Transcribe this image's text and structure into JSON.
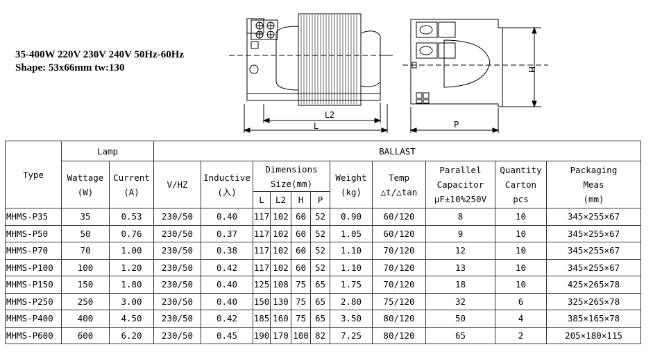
{
  "spec_lines": [
    "35-400W 220V 230V 240V 50Hz-60Hz",
    "Shape: 53x66mm tw:130"
  ],
  "drawing_labels": {
    "l2": "L2",
    "l": "L",
    "p": "P",
    "h": "H"
  },
  "table": {
    "header": {
      "type": "Type",
      "lamp": "Lamp",
      "ballast": "BALLAST",
      "wattage": [
        "Wattage",
        "(W)"
      ],
      "current": [
        "Current",
        "(A)"
      ],
      "vhz": "V/HZ",
      "inductive": [
        "Inductive",
        "(入)"
      ],
      "dimensions": [
        "Dimensions",
        "Size(mm)"
      ],
      "dim_cols": [
        "L",
        "L2",
        "H",
        "P"
      ],
      "weight": [
        "Weight",
        "(kg)"
      ],
      "temp": [
        "Temp",
        "△t/△tan"
      ],
      "capacitor": [
        "Parallel",
        "Capacitor",
        "μF±10%250V"
      ],
      "quantity": [
        "Quantity",
        "Carton",
        "pcs"
      ],
      "packaging": [
        "Packaging",
        "Meas",
        "(mm)"
      ]
    },
    "rows": [
      [
        "MHMS-P35",
        "35",
        "0.53",
        "230/50",
        "0.40",
        "117",
        "102",
        "60",
        "52",
        "0.90",
        "60/120",
        "8",
        "10",
        "345×255×67"
      ],
      [
        "MHMS-P50",
        "50",
        "0.76",
        "230/50",
        "0.37",
        "117",
        "102",
        "60",
        "52",
        "1.05",
        "60/120",
        "9",
        "10",
        "345×255×67"
      ],
      [
        "MHMS-P70",
        "70",
        "1.00",
        "230/50",
        "0.38",
        "117",
        "102",
        "60",
        "52",
        "1.10",
        "70/120",
        "12",
        "10",
        "345×255×67"
      ],
      [
        "MHMS-P100",
        "100",
        "1.20",
        "230/50",
        "0.42",
        "117",
        "102",
        "60",
        "52",
        "1.10",
        "70/120",
        "13",
        "10",
        "345×255×67"
      ],
      [
        "MHMS-P150",
        "150",
        "1.80",
        "230/50",
        "0.40",
        "125",
        "108",
        "75",
        "65",
        "1.75",
        "70/120",
        "18",
        "10",
        "425×265×78"
      ],
      [
        "MHMS-P250",
        "250",
        "3.00",
        "230/50",
        "0.40",
        "150",
        "130",
        "75",
        "65",
        "2.80",
        "75/120",
        "32",
        "6",
        "325×265×78"
      ],
      [
        "MHMS-P400",
        "400",
        "4.50",
        "230/50",
        "0.42",
        "185",
        "160",
        "75",
        "65",
        "3.50",
        "80/120",
        "50",
        "4",
        "385×165×78"
      ],
      [
        "MHMS-P600",
        "600",
        "6.20",
        "230/50",
        "0.45",
        "190",
        "170",
        "100",
        "82",
        "7.25",
        "80/120",
        "65",
        "2",
        "205×180×115"
      ]
    ]
  }
}
